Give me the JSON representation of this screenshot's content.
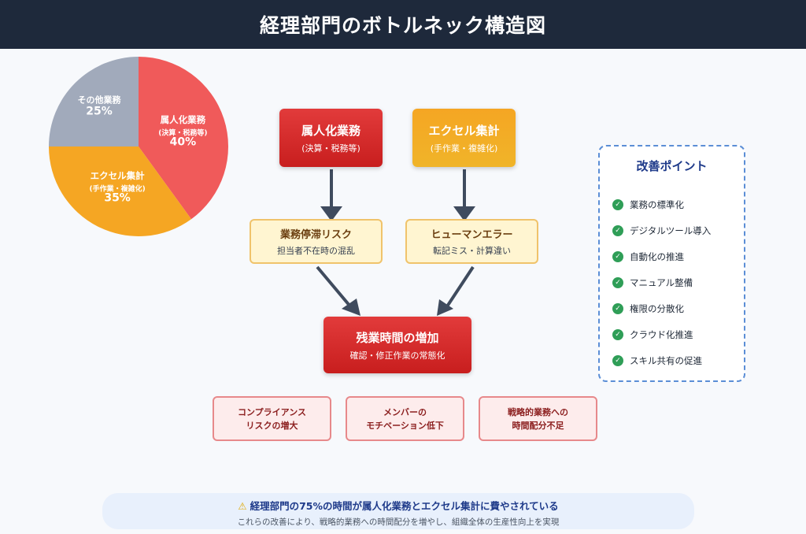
{
  "header": {
    "title": "経理部門のボトルネック構造図"
  },
  "chart_data": {
    "type": "pie",
    "slices": [
      {
        "name": "属人化業務",
        "sub": "(決算・税務等)",
        "value": 40,
        "label": "40%",
        "color": "#f05a5a"
      },
      {
        "name": "エクセル集計",
        "sub": "(手作業・複雑化)",
        "value": 35,
        "label": "35%",
        "color": "#f5a623"
      },
      {
        "name": "その他業務",
        "sub": "",
        "value": 25,
        "label": "25%",
        "color": "#a1aabb"
      }
    ]
  },
  "flow": {
    "source1": {
      "title": "属人化業務",
      "sub": "(決算・税務等)"
    },
    "source2": {
      "title": "エクセル集計",
      "sub": "(手作業・複雑化)"
    },
    "risk1": {
      "title": "業務停滞リスク",
      "sub": "担当者不在時の混乱"
    },
    "risk2": {
      "title": "ヒューマンエラー",
      "sub": "転記ミス・計算違い"
    },
    "result": {
      "title": "残業時間の増加",
      "sub": "確認・修正作業の常態化"
    },
    "effects": [
      {
        "line1": "コンプライアンス",
        "line2": "リスクの増大"
      },
      {
        "line1": "メンバーの",
        "line2": "モチベーション低下"
      },
      {
        "line1": "戦略的業務への",
        "line2": "時間配分不足"
      }
    ]
  },
  "improvements": {
    "title": "改善ポイント",
    "items": [
      "業務の標準化",
      "デジタルツール導入",
      "自動化の推進",
      "マニュアル整備",
      "権限の分散化",
      "クラウド化推進",
      "スキル共有の促進"
    ]
  },
  "footer": {
    "headline": "経理部門の75%の時間が属人化業務とエクセル集計に費やされている",
    "note": "これらの改善により、戦略的業務への時間配分を増やし、組織全体の生産性向上を実現"
  }
}
